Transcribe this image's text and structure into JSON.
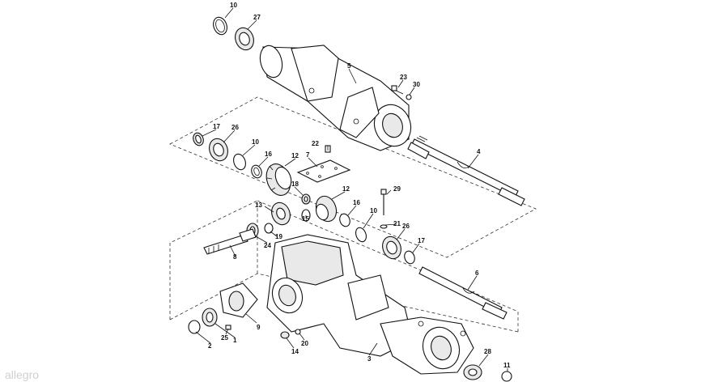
{
  "diagram": {
    "callouts": {
      "c10a": "10",
      "c27": "27",
      "c5": "5",
      "c23": "23",
      "c30": "30",
      "c17a": "17",
      "c26a": "26",
      "c10b": "10",
      "c16a": "16",
      "c22": "22",
      "c12a": "12",
      "c7": "7",
      "c4": "4",
      "c18": "18",
      "c12b": "12",
      "c29": "29",
      "c13": "13",
      "c16b": "16",
      "c15": "15",
      "c10c": "10",
      "c21": "21",
      "c26b": "26",
      "c19": "19",
      "c24": "24",
      "c17b": "17",
      "c8": "8",
      "c6": "6",
      "c9": "9",
      "c2": "2",
      "c25": "25",
      "c1": "1",
      "c14": "14",
      "c20": "20",
      "c3": "3",
      "c28": "28",
      "c11": "11"
    },
    "watermark": "allegro"
  }
}
